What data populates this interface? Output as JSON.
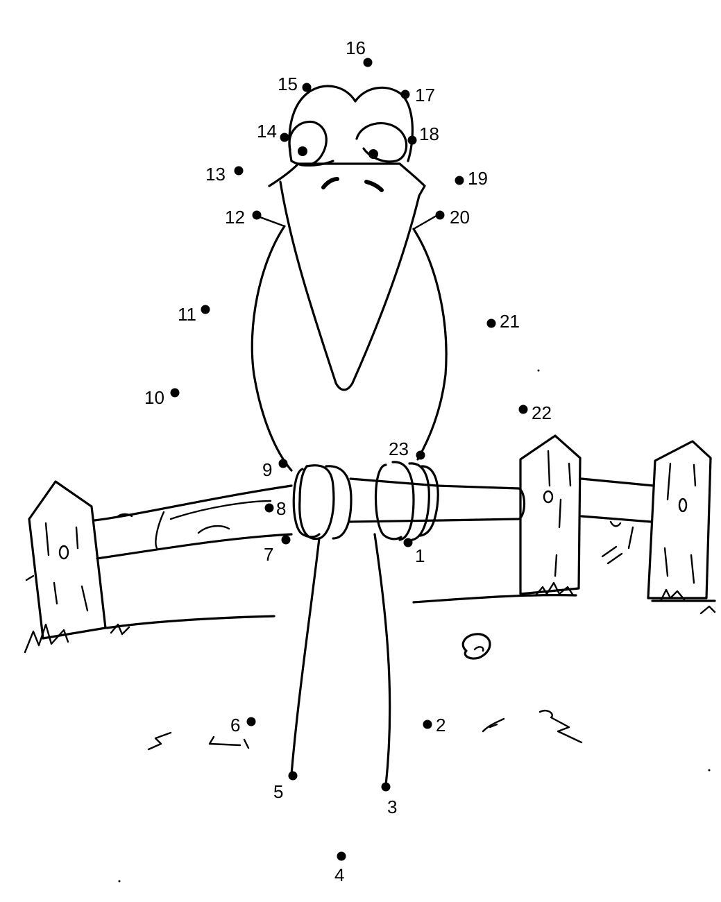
{
  "puzzle": {
    "dots": [
      {
        "n": "1"
      },
      {
        "n": "2"
      },
      {
        "n": "3"
      },
      {
        "n": "4"
      },
      {
        "n": "5"
      },
      {
        "n": "6"
      },
      {
        "n": "7"
      },
      {
        "n": "8"
      },
      {
        "n": "9"
      },
      {
        "n": "10"
      },
      {
        "n": "11"
      },
      {
        "n": "12"
      },
      {
        "n": "13"
      },
      {
        "n": "14"
      },
      {
        "n": "15"
      },
      {
        "n": "16"
      },
      {
        "n": "17"
      },
      {
        "n": "18"
      },
      {
        "n": "19"
      },
      {
        "n": "20"
      },
      {
        "n": "21"
      },
      {
        "n": "22"
      },
      {
        "n": "23"
      }
    ]
  },
  "colors": {
    "ink": "#000000",
    "paper": "#ffffff"
  }
}
